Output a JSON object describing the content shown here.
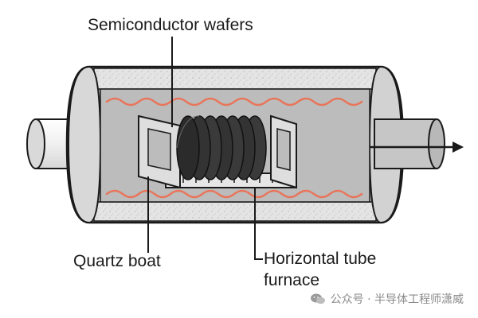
{
  "labels": {
    "wafers": "Semiconductor wafers",
    "boat": "Quartz boat",
    "furnace_line1": "Horizontal tube",
    "furnace_line2": "furnace"
  },
  "watermark": {
    "text": "公众号 · 半导体工程师潇威"
  },
  "colors": {
    "tube_body": "#c9c9c9",
    "insulation": "#e6e6e6",
    "heating_coil": "#e8755a",
    "wafer": "#2f2f2f",
    "outline": "#1a1a1a",
    "inlet_pipe": "#f2f2f2"
  }
}
